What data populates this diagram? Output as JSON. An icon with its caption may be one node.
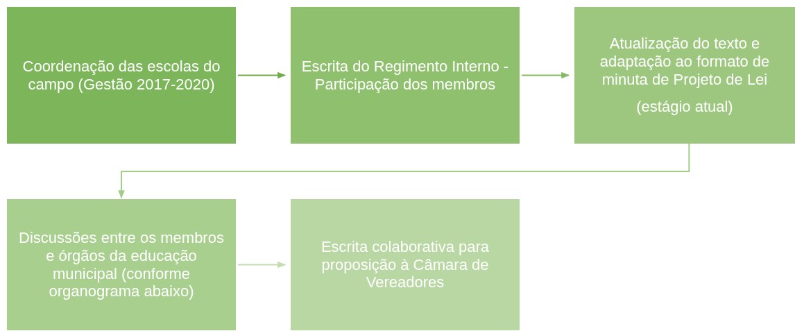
{
  "diagram": {
    "nodes": [
      {
        "text": [
          "Coordenação das escolas do campo (Gestão 2017-2020)"
        ]
      },
      {
        "text": [
          "Escrita do Regimento Interno - Participação dos membros"
        ]
      },
      {
        "text": [
          "Atualização do texto e adaptação ao formato de minuta de Projeto de Lei",
          "(estágio atual)"
        ]
      },
      {
        "text": [
          "Discussões entre os membros e órgãos da educação municipal (conforme organograma abaixo)"
        ]
      },
      {
        "text": [
          "Escrita colaborativa para proposição à Câmara de Vereadores"
        ]
      }
    ],
    "edges": [
      {
        "from": 0,
        "to": 1,
        "arrow": "to",
        "color": "#70ad47"
      },
      {
        "from": 1,
        "to": 2,
        "arrow": "to",
        "color": "#84bb62"
      },
      {
        "from": 2,
        "to": 3,
        "arrow": "to",
        "color": "#a4cc88"
      },
      {
        "from": 3,
        "to": 4,
        "arrow": "to",
        "color": "#c3ddb0"
      }
    ]
  }
}
